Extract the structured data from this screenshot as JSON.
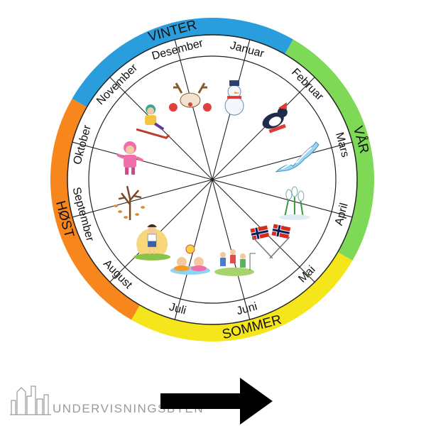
{
  "seasons": [
    {
      "key": "vinter",
      "label": "VINTER",
      "color": "#2a9ddd"
    },
    {
      "key": "var",
      "label": "VÅR",
      "color": "#7ed957"
    },
    {
      "key": "sommer",
      "label": "SOMMER",
      "color": "#f4e61b"
    },
    {
      "key": "host",
      "label": "HØST",
      "color": "#f7861c"
    }
  ],
  "months": [
    {
      "label": "Januar",
      "icon": "snowman-icon"
    },
    {
      "label": "Februar",
      "icon": "skating-penguin-icon"
    },
    {
      "label": "Mars",
      "icon": "melting-ice-icon"
    },
    {
      "label": "April",
      "icon": "snowdrop-flower-icon"
    },
    {
      "label": "Mai",
      "icon": "norwegian-flags-icon"
    },
    {
      "label": "Juni",
      "icon": "family-playing-icon"
    },
    {
      "label": "Juli",
      "icon": "kids-swimming-icon"
    },
    {
      "label": "August",
      "icon": "girl-summer-icon"
    },
    {
      "label": "September",
      "icon": "autumn-tree-icon"
    },
    {
      "label": "Oktober",
      "icon": "girl-winter-clothes-icon"
    },
    {
      "label": "November",
      "icon": "child-sledding-icon"
    },
    {
      "label": "Desember",
      "icon": "reindeer-icon"
    }
  ],
  "footer": {
    "brand_text": "UNDERVISNINGSBYEN",
    "brand_icon": "city-skyline-icon",
    "arrow_icon": "right-arrow-icon"
  }
}
